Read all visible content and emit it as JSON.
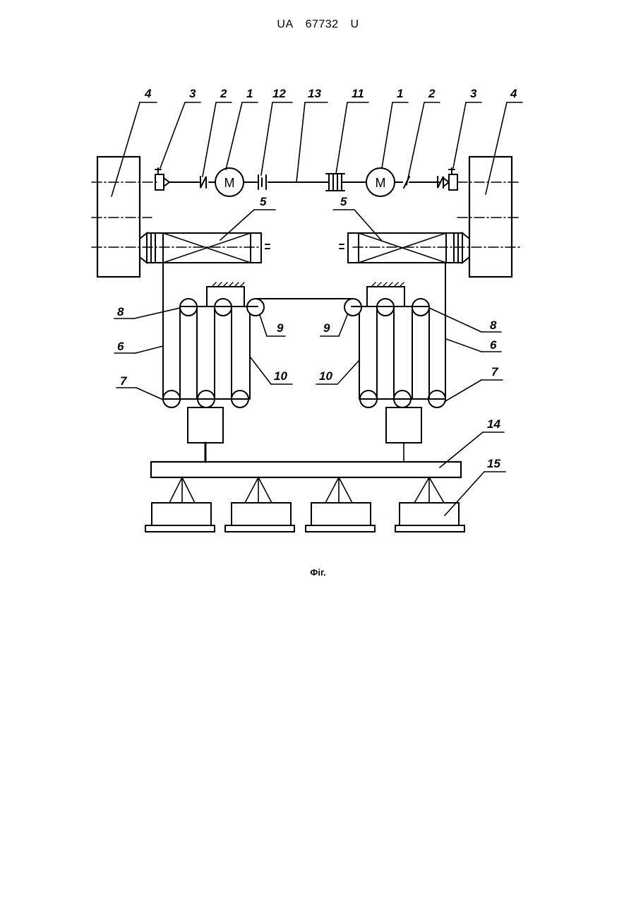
{
  "header": {
    "country": "UA",
    "number": "67732",
    "kind": "U"
  },
  "caption": "Фіг.",
  "motor_symbol": "M",
  "reference_numerals": {
    "motor": "1",
    "coupling": "2",
    "brake": "3",
    "drum": "4",
    "gear": "5",
    "rope": "6",
    "lower_pulley": "7",
    "upper_pulley": "8",
    "deflection_pulley": "9",
    "rope_branch": "10",
    "clutch": "11",
    "coupling_center": "12",
    "shaft": "13",
    "beam": "14",
    "load": "15"
  },
  "colors": {
    "ink": "#000000",
    "paper": "#ffffff"
  }
}
